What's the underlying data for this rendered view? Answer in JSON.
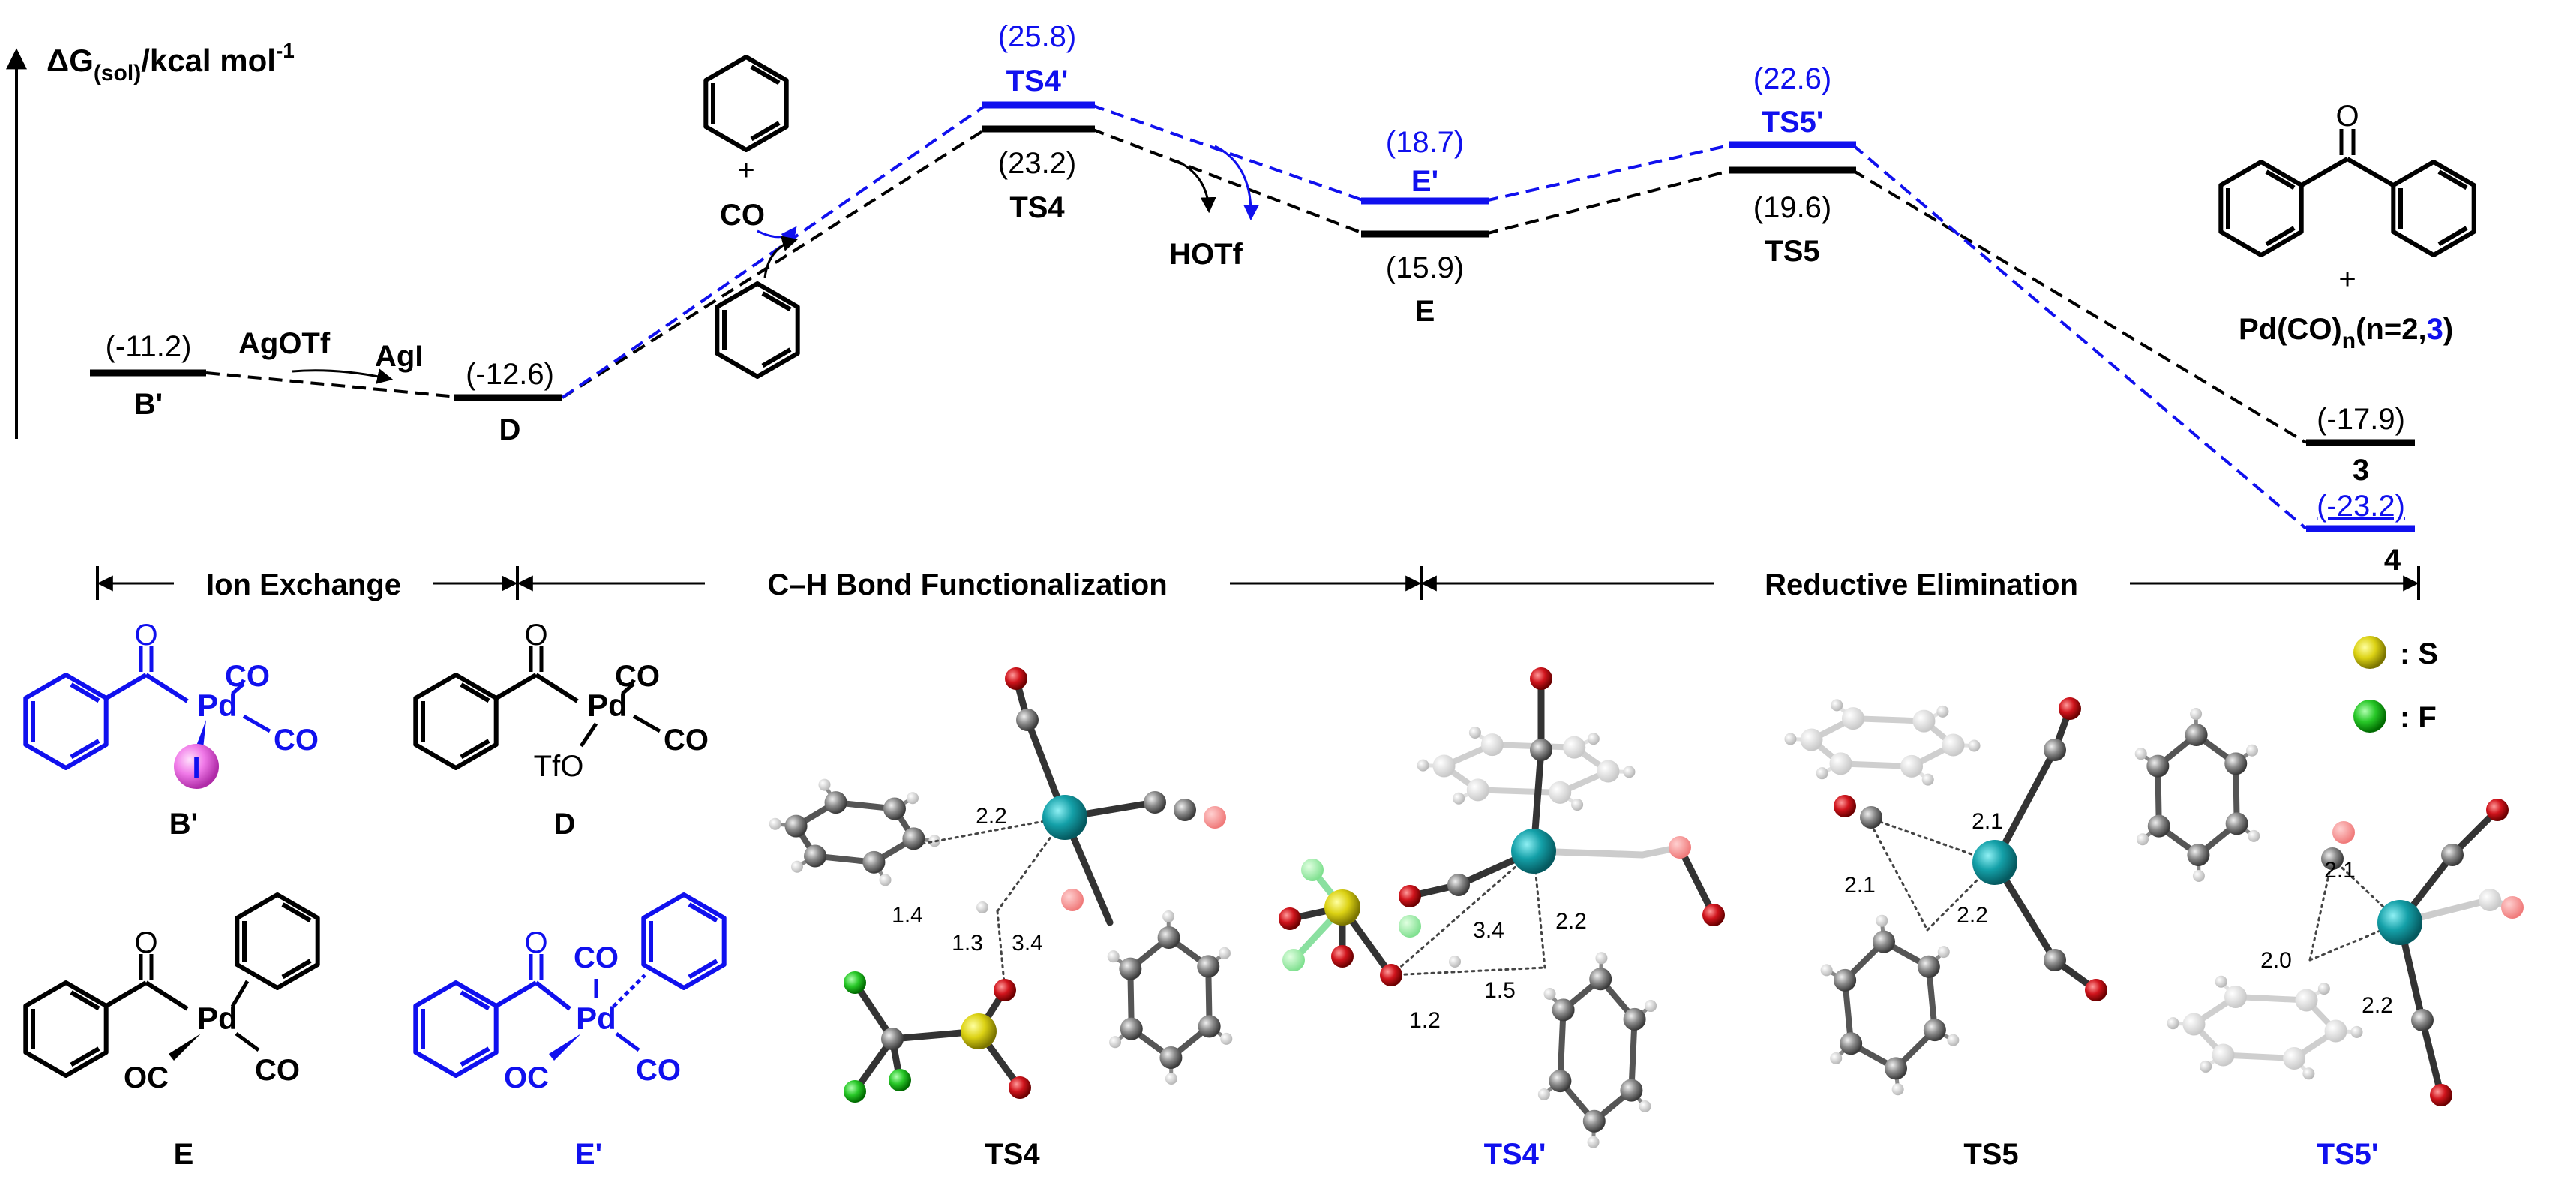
{
  "axis_label": {
    "prefix": "ΔG",
    "sub": "(sol)",
    "unit": "/kcal mol",
    "sup": "-1"
  },
  "states": {
    "Bp": {
      "energy": "(-11.2)",
      "name": "B'"
    },
    "D": {
      "energy": "(-12.6)",
      "name": "D"
    },
    "TS4": {
      "energy": "(23.2)",
      "name": "TS4"
    },
    "TS4p": {
      "energy": "(25.8)",
      "name": "TS4'"
    },
    "E": {
      "energy": "(15.9)",
      "name": "E"
    },
    "Ep": {
      "energy": "(18.7)",
      "name": "E'"
    },
    "TS5": {
      "energy": "(19.6)",
      "name": "TS5"
    },
    "TS5p": {
      "energy": "(22.6)",
      "name": "TS5'"
    },
    "P3": {
      "energy": "(-17.9)",
      "name": "3"
    },
    "P4": {
      "energy": "(-23.2)",
      "name": "4"
    }
  },
  "annotations": {
    "agotf": "AgOTf",
    "agi": "AgI",
    "plus": "+",
    "co": "CO",
    "hotf": "HOTf",
    "pd_label": "Pd(CO)",
    "pd_sub": "n",
    "pd_cond_a": "(n=2,",
    "pd_cond_b": "3",
    "pd_cond_c": ")"
  },
  "stages": {
    "ion_exchange": "Ion Exchange",
    "ch_func": "C–H Bond Functionalization",
    "red_elim": "Reductive Elimination"
  },
  "structures": {
    "Bp": "B'",
    "D": "D",
    "E": "E",
    "Ep": "E'"
  },
  "atom_labels": {
    "O": "O",
    "Pd": "Pd",
    "I": "I",
    "CO": "CO",
    "OC": "OC",
    "TfO": "TfO"
  },
  "legend": {
    "s": ": S",
    "f": ": F"
  },
  "ts_models": {
    "TS4": {
      "name": "TS4",
      "d": [
        "2.2",
        "1.4",
        "1.3",
        "3.4"
      ]
    },
    "TS4p": {
      "name": "TS4'",
      "d": [
        "3.4",
        "2.2",
        "1.2",
        "1.5"
      ]
    },
    "TS5": {
      "name": "TS5",
      "d": [
        "2.1",
        "2.1",
        "2.2"
      ]
    },
    "TS5p": {
      "name": "TS5'",
      "d": [
        "2.1",
        "2.0",
        "2.2"
      ]
    }
  },
  "colors": {
    "black_path": "#000000",
    "blue_path": "#1010ee",
    "pd_atom": "#14a0a8",
    "o_atom": "#d0141c",
    "c_atom": "#8a8a8a",
    "h_atom": "#e8e8e8",
    "s_atom": "#dcd214",
    "f_atom": "#28c828",
    "i_atom": "#f07ae8"
  }
}
